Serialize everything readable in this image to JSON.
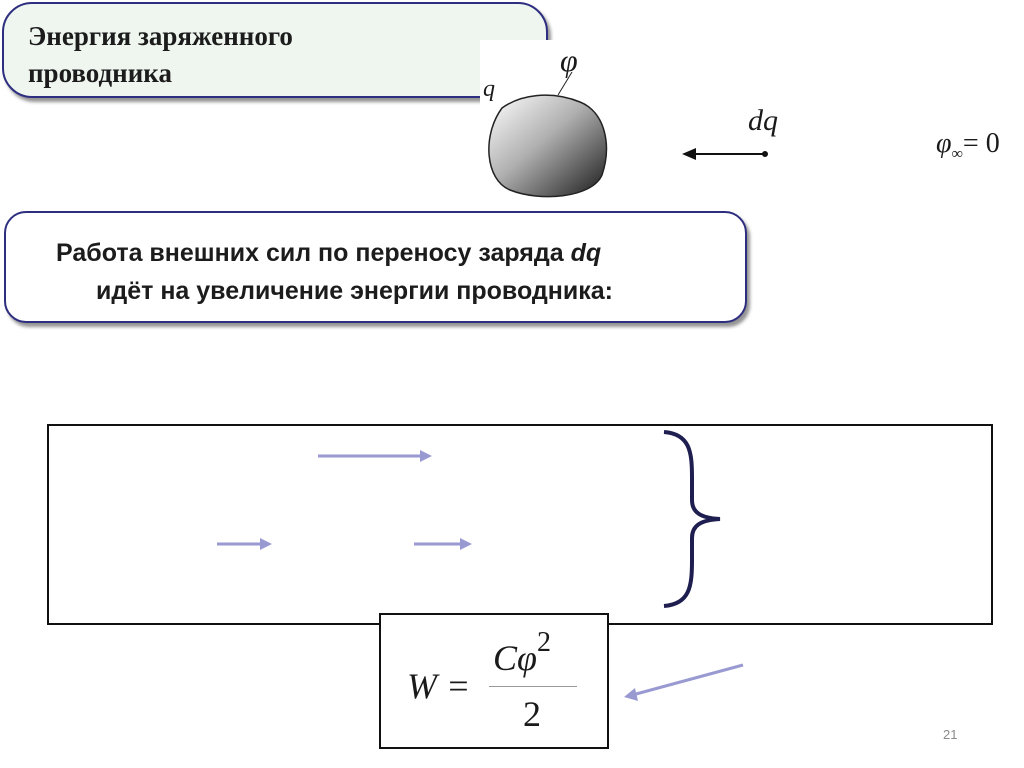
{
  "title": {
    "line1": "Энергия заряженного",
    "line2": "проводника"
  },
  "figure": {
    "label_phi": "φ",
    "label_q": "q",
    "label_dq": "dq",
    "phi_inf_symbol": "φ",
    "phi_inf_subscript": "∞",
    "phi_inf_rest": "= 0"
  },
  "statement": {
    "line1_prefix": "Работа внешних сил по переносу заряда ",
    "line1_dq": "dq",
    "line2": "идёт на увеличение энергии проводника:"
  },
  "formula": {
    "lhs": "W =",
    "numerator_c": "C",
    "numerator_phi": "φ",
    "numerator_exp": "2",
    "denominator": "2"
  },
  "page_number": "21",
  "colors": {
    "title_border": "#2e2e80",
    "title_fill": "#eef6ef",
    "arrow_color": "#9a9ad2"
  }
}
